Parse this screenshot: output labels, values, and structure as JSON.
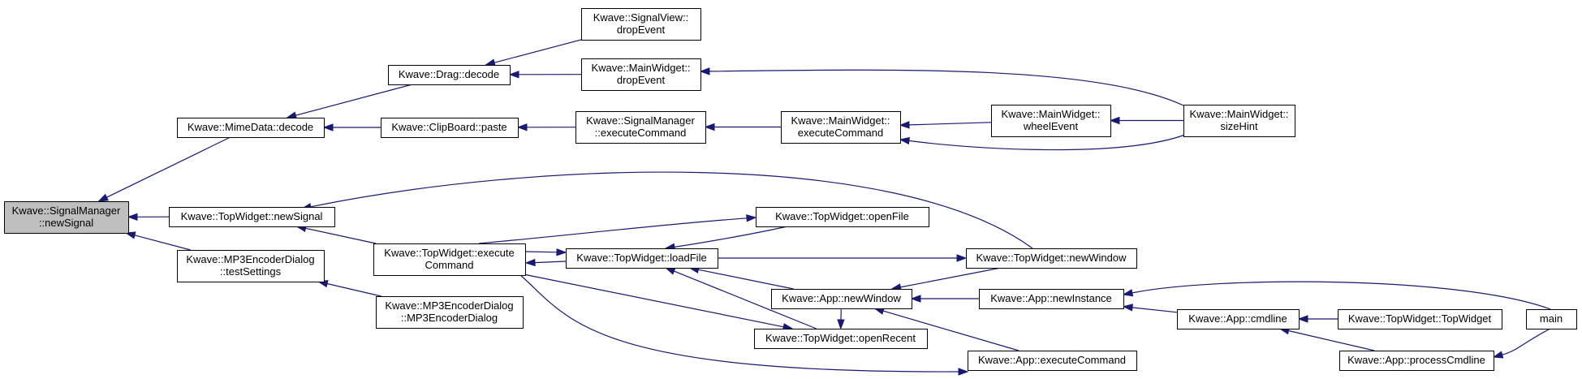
{
  "graph": {
    "nodes": [
      {
        "id": "root",
        "lines": [
          "Kwave::SignalManager",
          "::newSignal"
        ],
        "root": true
      },
      {
        "id": "mime",
        "lines": [
          "Kwave::MimeData::decode"
        ]
      },
      {
        "id": "tw_newsignal",
        "lines": [
          "Kwave::TopWidget::newSignal"
        ]
      },
      {
        "id": "mp3_test",
        "lines": [
          "Kwave::MP3EncoderDialog",
          "::testSettings"
        ]
      },
      {
        "id": "drag",
        "lines": [
          "Kwave::Drag::decode"
        ]
      },
      {
        "id": "clip",
        "lines": [
          "Kwave::ClipBoard::paste"
        ]
      },
      {
        "id": "tw_exec",
        "lines": [
          "Kwave::TopWidget::execute",
          "Command"
        ]
      },
      {
        "id": "mp3_ctor",
        "lines": [
          "Kwave::MP3EncoderDialog",
          "::MP3EncoderDialog"
        ]
      },
      {
        "id": "sv_drop",
        "lines": [
          "Kwave::SignalView::",
          "dropEvent"
        ]
      },
      {
        "id": "mw_drop",
        "lines": [
          "Kwave::MainWidget::",
          "dropEvent"
        ]
      },
      {
        "id": "sm_exec",
        "lines": [
          "Kwave::SignalManager",
          "::executeCommand"
        ]
      },
      {
        "id": "tw_openfile",
        "lines": [
          "Kwave::TopWidget::openFile"
        ]
      },
      {
        "id": "tw_loadfile",
        "lines": [
          "Kwave::TopWidget::loadFile"
        ]
      },
      {
        "id": "tw_openrecent",
        "lines": [
          "Kwave::TopWidget::openRecent"
        ]
      },
      {
        "id": "mw_exec",
        "lines": [
          "Kwave::MainWidget::",
          "executeCommand"
        ]
      },
      {
        "id": "app_newwindow",
        "lines": [
          "Kwave::App::newWindow"
        ]
      },
      {
        "id": "mw_wheel",
        "lines": [
          "Kwave::MainWidget::",
          "wheelEvent"
        ]
      },
      {
        "id": "tw_newwindow",
        "lines": [
          "Kwave::TopWidget::newWindow"
        ]
      },
      {
        "id": "app_newinstance",
        "lines": [
          "Kwave::App::newInstance"
        ]
      },
      {
        "id": "app_exec",
        "lines": [
          "Kwave::App::executeCommand"
        ]
      },
      {
        "id": "mw_sizehint",
        "lines": [
          "Kwave::MainWidget::",
          "sizeHint"
        ]
      },
      {
        "id": "app_cmdline",
        "lines": [
          "Kwave::App::cmdline"
        ]
      },
      {
        "id": "tw_ctor",
        "lines": [
          "Kwave::TopWidget::TopWidget"
        ]
      },
      {
        "id": "app_process",
        "lines": [
          "Kwave::App::processCmdline"
        ]
      },
      {
        "id": "main",
        "lines": [
          "main"
        ]
      }
    ],
    "edges": [
      {
        "from": "mime",
        "to": "root"
      },
      {
        "from": "tw_newsignal",
        "to": "root"
      },
      {
        "from": "mp3_test",
        "to": "root"
      },
      {
        "from": "drag",
        "to": "mime"
      },
      {
        "from": "clip",
        "to": "mime"
      },
      {
        "from": "sv_drop",
        "to": "drag"
      },
      {
        "from": "mw_drop",
        "to": "drag"
      },
      {
        "from": "sm_exec",
        "to": "clip"
      },
      {
        "from": "mw_exec",
        "to": "sm_exec"
      },
      {
        "from": "mw_wheel",
        "to": "mw_exec"
      },
      {
        "from": "mw_sizehint",
        "to": "mw_exec"
      },
      {
        "from": "mw_sizehint",
        "to": "mw_drop"
      },
      {
        "from": "mw_sizehint",
        "to": "mw_wheel"
      },
      {
        "from": "tw_exec",
        "to": "tw_newsignal"
      },
      {
        "from": "tw_newwindow",
        "to": "tw_newsignal"
      },
      {
        "from": "mp3_ctor",
        "to": "mp3_test"
      },
      {
        "from": "tw_loadfile",
        "to": "tw_exec"
      },
      {
        "from": "tw_exec",
        "to": "tw_loadfile"
      },
      {
        "from": "tw_openfile",
        "to": "tw_loadfile"
      },
      {
        "from": "tw_exec",
        "to": "tw_openfile"
      },
      {
        "from": "tw_openrecent",
        "to": "tw_loadfile"
      },
      {
        "from": "tw_exec",
        "to": "tw_openrecent"
      },
      {
        "from": "tw_loadfile",
        "to": "tw_newwindow"
      },
      {
        "from": "app_newwindow",
        "to": "tw_loadfile"
      },
      {
        "from": "tw_exec",
        "to": "app_exec"
      },
      {
        "from": "tw_newwindow",
        "to": "app_newwindow"
      },
      {
        "from": "app_newinstance",
        "to": "app_newwindow"
      },
      {
        "from": "app_exec",
        "to": "app_newwindow"
      },
      {
        "from": "app_newwindow",
        "to": "tw_openrecent"
      },
      {
        "from": "app_cmdline",
        "to": "app_newinstance"
      },
      {
        "from": "main",
        "to": "app_newinstance"
      },
      {
        "from": "tw_ctor",
        "to": "app_cmdline"
      },
      {
        "from": "app_process",
        "to": "app_cmdline"
      },
      {
        "from": "main",
        "to": "app_process"
      }
    ]
  },
  "colors": {
    "edge": "#191970",
    "root_fill": "#bfbfbf",
    "node_fill": "#ffffff",
    "node_border": "#000000"
  }
}
